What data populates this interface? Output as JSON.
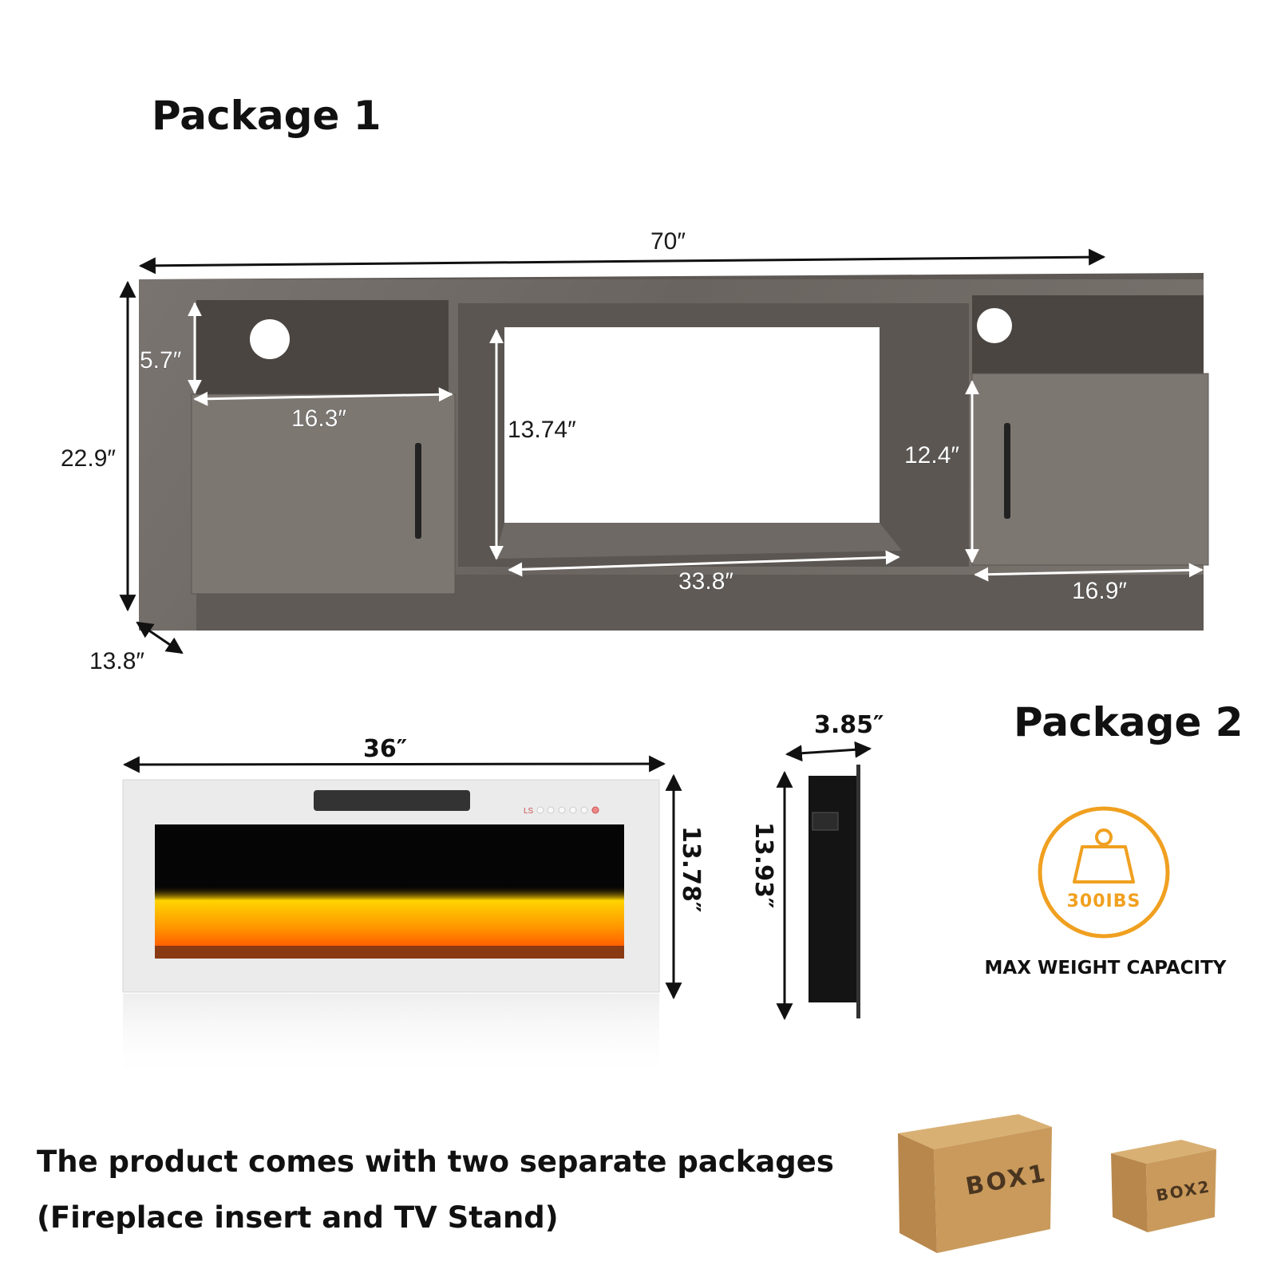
{
  "package1": {
    "title": "Package 1",
    "dimensions": {
      "width": "70″",
      "height": "22.9″",
      "depth": "13.8″",
      "shelf_height": "5.7″",
      "left_cabinet_width": "16.3″",
      "fireplace_opening_height": "13.74″",
      "fireplace_opening_width": "33.8″",
      "right_cabinet_height": "12.4″",
      "right_cabinet_width": "16.9″"
    }
  },
  "package2": {
    "title": "Package 2",
    "dimensions": {
      "insert_width": "36″",
      "insert_height": "13.78″",
      "insert_depth": "3.85″",
      "side_height": "13.93″"
    },
    "control_panel_label": "LS"
  },
  "weight_badge": {
    "value": "300IBS",
    "caption": "MAX WEIGHT CAPACITY",
    "color": "#F0A020"
  },
  "footer": {
    "line1": "The product comes with two separate packages",
    "line2": "(Fireplace insert and TV Stand)"
  },
  "boxes": [
    {
      "label": "BOX1"
    },
    {
      "label": "BOX2"
    }
  ],
  "colors": {
    "wood": "#6f6a66",
    "cardboard": "#c99a5b"
  }
}
